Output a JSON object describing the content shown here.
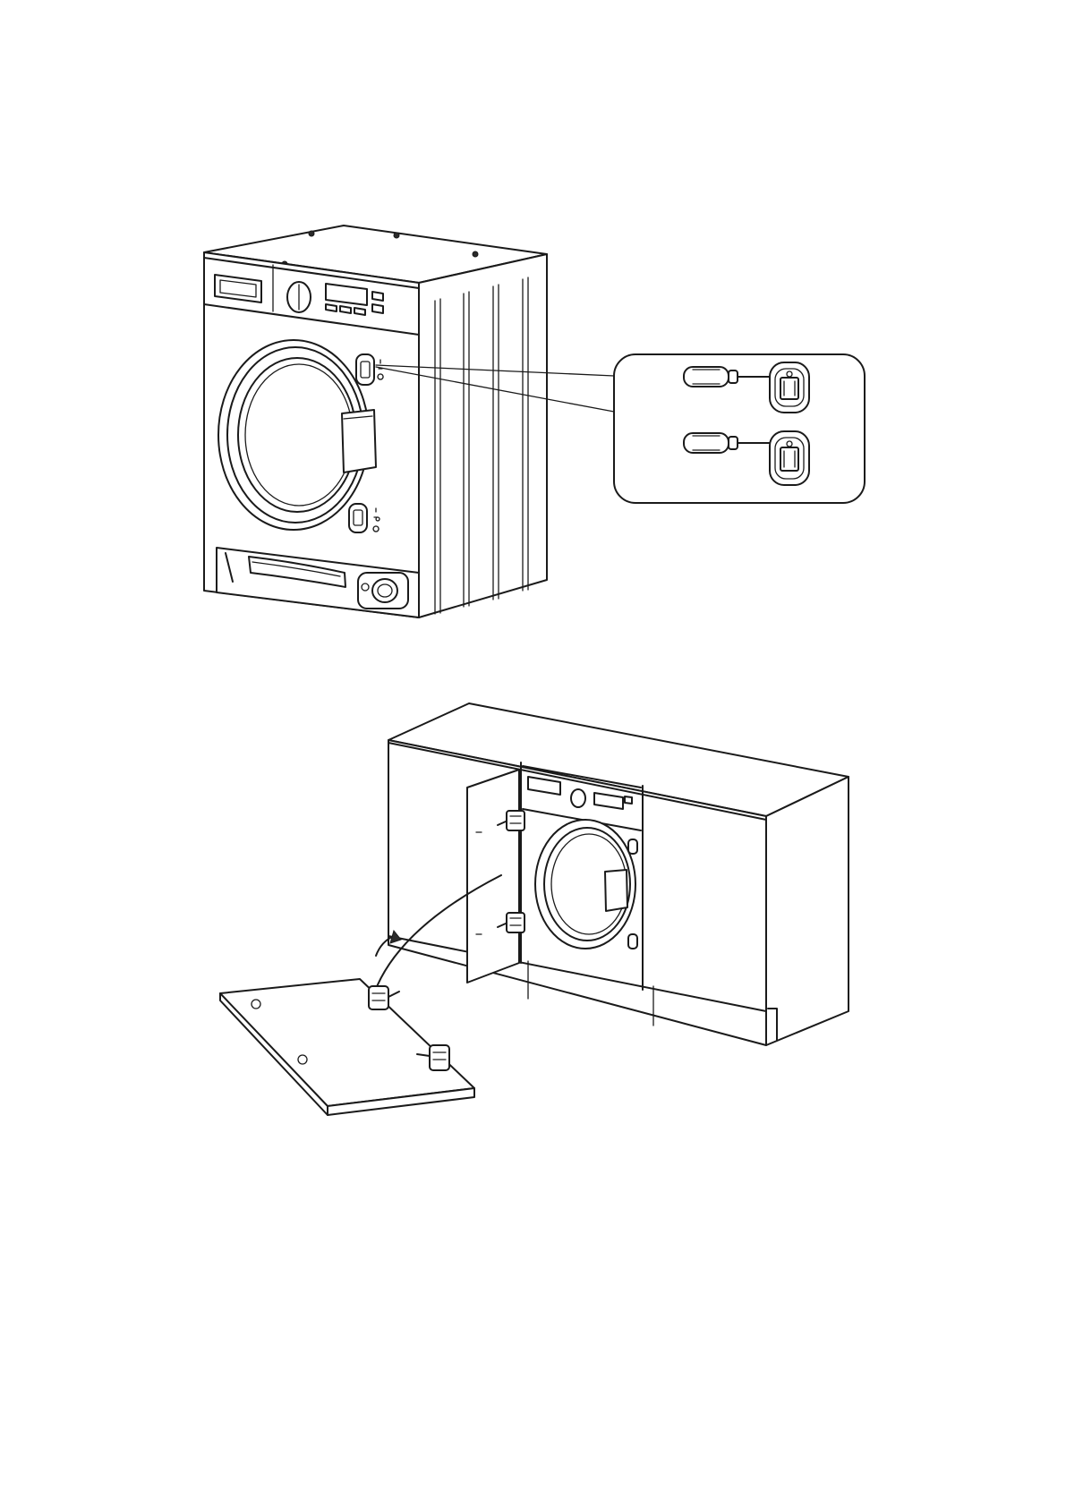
{
  "page": {
    "background": "#ffffff",
    "line_color": "#1a1a1a"
  },
  "figures": [
    {
      "id": "figure-1",
      "subject": "washing-machine-hinge-detail",
      "icons": [
        "washing-machine",
        "hinge-plug",
        "screwdriver",
        "magnified-callout"
      ]
    },
    {
      "id": "figure-2",
      "subject": "cabinet-door-mounting",
      "icons": [
        "kitchen-cabinet",
        "washing-machine",
        "cabinet-door",
        "hinge",
        "rotation-arrow"
      ]
    }
  ]
}
